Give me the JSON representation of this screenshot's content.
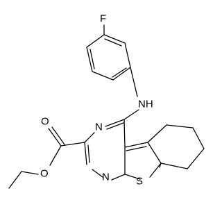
{
  "molecule": {
    "atoms": {
      "fluorine": "F",
      "amine": "NH",
      "pyrimidine_n_top": "N",
      "pyrimidine_n_bottom": "N",
      "thiophene_s": "S",
      "ester_carbonyl_o": "O",
      "ester_ether_o": "O"
    },
    "colors": {
      "ink": "#000000",
      "background": "#ffffff"
    }
  }
}
